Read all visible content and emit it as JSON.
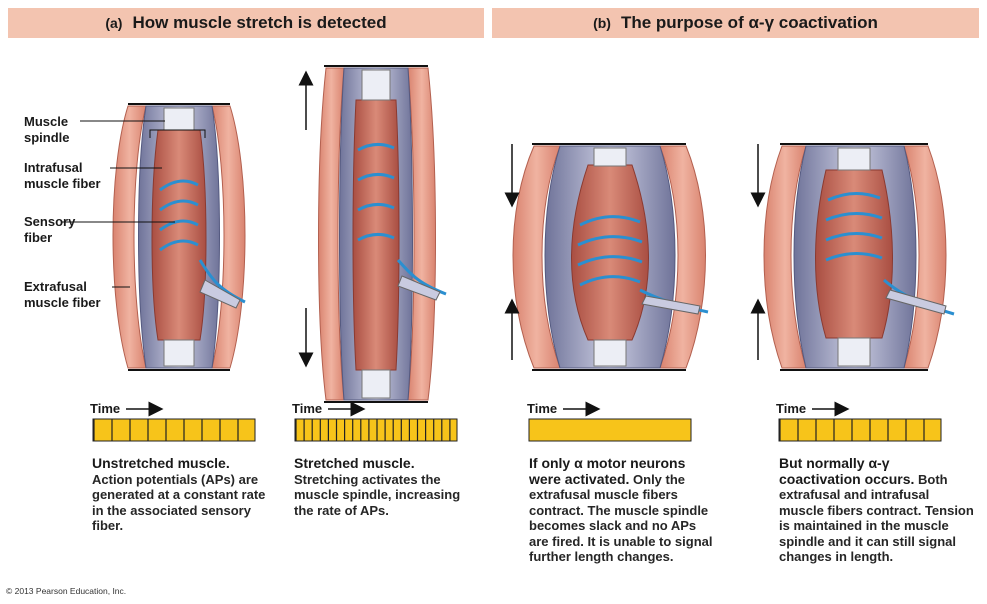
{
  "panels": {
    "a": {
      "tag": "(a)",
      "title": "How muscle stretch is detected"
    },
    "b": {
      "tag": "(b)",
      "title": "The purpose of α-γ coactivation"
    }
  },
  "labels": {
    "muscle_spindle": "Muscle\nspindle",
    "intrafusal": "Intrafusal\nmuscle fiber",
    "sensory": "Sensory\nfiber",
    "extrafusal": "Extrafusal\nmuscle fiber"
  },
  "time_label": "Time",
  "traces": [
    {
      "id": "unstretched",
      "ap_count": 9
    },
    {
      "id": "stretched",
      "ap_count": 20
    },
    {
      "id": "alpha-only",
      "ap_count": 0
    },
    {
      "id": "coactivation",
      "ap_count": 9
    }
  ],
  "captions": [
    {
      "head": "Unstretched muscle.",
      "body": "Action potentials (APs) are generated at a constant rate in the associated sensory fiber."
    },
    {
      "head": "Stretched muscle.",
      "body": "Stretching activates the muscle spindle, increasing the rate of APs."
    },
    {
      "head": "If only α motor neurons were activated.",
      "body": "Only the extrafusal muscle fibers contract. The muscle spindle becomes slack and no APs are fired. It is unable to signal further length changes."
    },
    {
      "head": "But normally α-γ coactivation occurs.",
      "body": "Both extrafusal and intrafusal muscle fibers contract. Tension is maintained in the muscle spindle and it can still signal changes in length."
    }
  ],
  "colors": {
    "header_bg": "#f3c4b0",
    "trace_fill": "#f7c41a",
    "muscle": "#e49a86",
    "muscle_dark": "#c46a58",
    "sheath": "#8a8fb4",
    "nerve": "#2b8fd0"
  },
  "copyright": "© 2013 Pearson Education, Inc."
}
